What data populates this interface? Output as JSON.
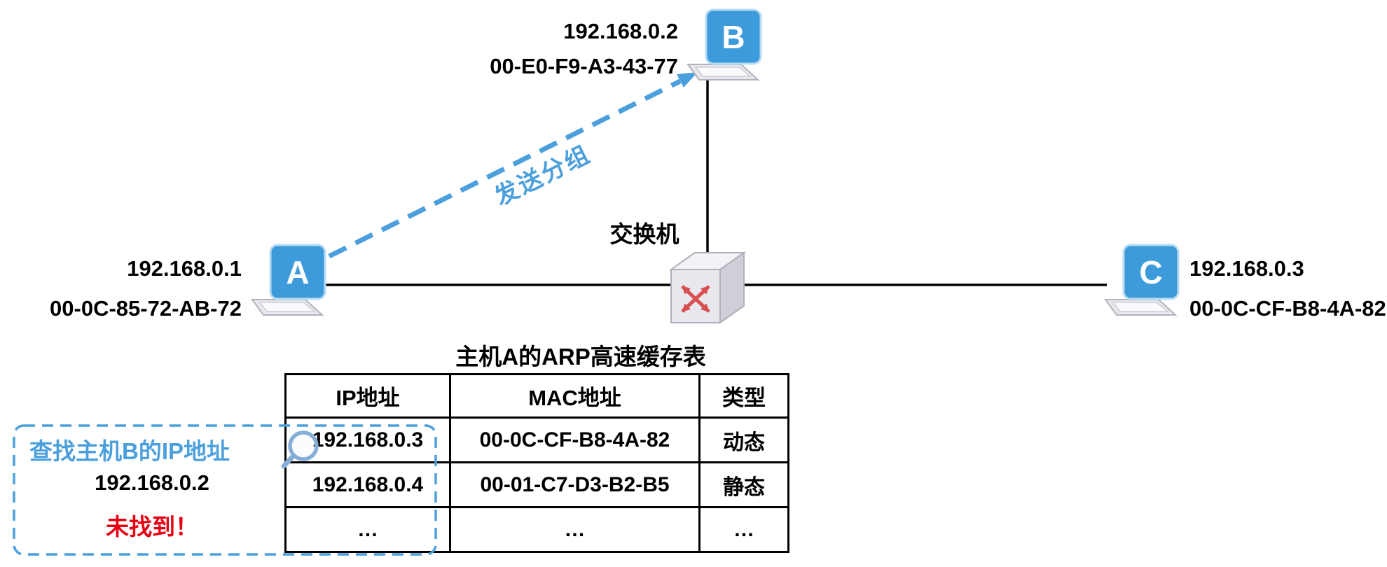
{
  "colors": {
    "accent_blue": "#4B9FDC",
    "alert_red": "#E60012",
    "wire_black": "#000000",
    "laptop_screen_blue": "#3D9BDC",
    "switch_arrow_red": "#D94F4F"
  },
  "hosts": {
    "a": {
      "letter": "A",
      "ip": "192.168.0.1",
      "mac": "00-0C-85-72-AB-72"
    },
    "b": {
      "letter": "B",
      "ip": "192.168.0.2",
      "mac": "00-E0-F9-A3-43-77"
    },
    "c": {
      "letter": "C",
      "ip": "192.168.0.3",
      "mac": "00-0C-CF-B8-4A-82"
    }
  },
  "switch_label": "交换机",
  "packet_arrow_label": "发送分组",
  "arp_table": {
    "title": "主机A的ARP高速缓存表",
    "headers": [
      "IP地址",
      "MAC地址",
      "类型"
    ],
    "rows": [
      [
        "192.168.0.3",
        "00-0C-CF-B8-4A-82",
        "动态"
      ],
      [
        "192.168.0.4",
        "00-01-C7-D3-B2-B5",
        "静态"
      ],
      [
        "…",
        "…",
        "…"
      ]
    ]
  },
  "lookup_note": {
    "action": "查找主机B的IP地址",
    "target_ip": "192.168.0.2",
    "result": "未找到！"
  }
}
